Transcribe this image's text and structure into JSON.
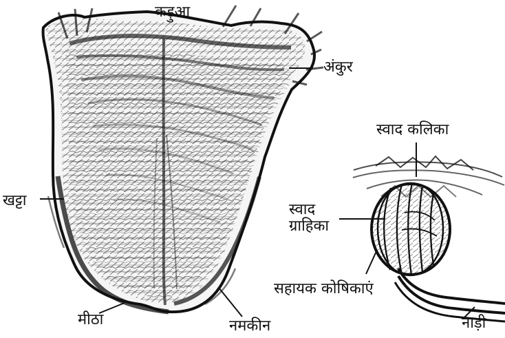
{
  "diagram": {
    "labels": {
      "bitter": "कड़ुआ",
      "sprout": "अंकुर",
      "sour": "खट्टा",
      "sweet": "मीठा",
      "salty": "नमकीन",
      "taste_bud": "स्वाद कलिका",
      "taste_receptor_line1": "स्वाद",
      "taste_receptor_line2": "ग्राहिका",
      "supporting_cells": "सहायक कोषिकाएं",
      "nerve": "नाड़ी"
    },
    "colors": {
      "ink": "#111111",
      "paper": "#ffffff",
      "shade": "#2a2a2a"
    },
    "icons": {
      "tongue": "tongue-icon",
      "taste-bud": "taste-bud-icon"
    }
  }
}
